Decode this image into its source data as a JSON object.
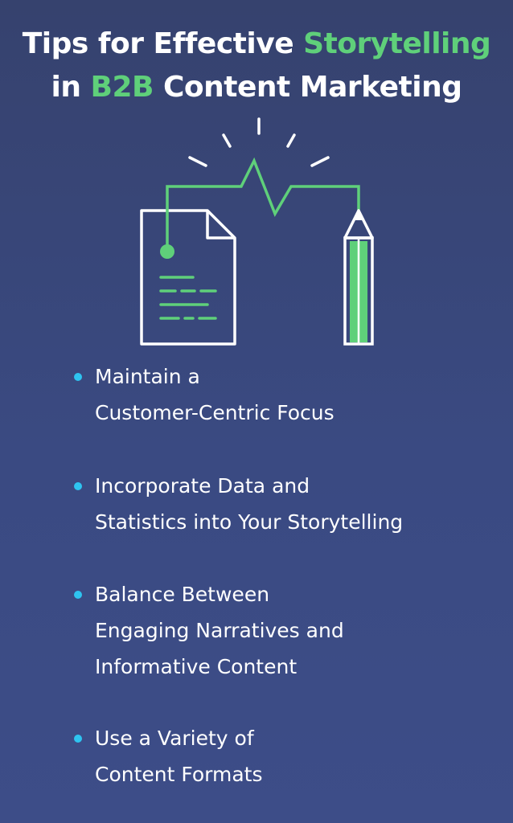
{
  "title": {
    "line1_pre": "Tips for Effective ",
    "line1_hl": "Storytelling",
    "line2_pre": "in ",
    "line2_hl": "B2B",
    "line2_post": " Content Marketing"
  },
  "colors": {
    "background": "#3a4a82",
    "accent_green": "#5fd07a",
    "bullet_cyan": "#2ec4f0",
    "text": "#ffffff"
  },
  "illustration": {
    "icons": [
      "document-icon",
      "pencil-icon",
      "spark-rays-icon",
      "pulse-line-icon"
    ]
  },
  "tips": [
    {
      "lines": [
        "Maintain a",
        "Customer-Centric Focus"
      ]
    },
    {
      "lines": [
        "Incorporate Data and",
        "Statistics into Your Storytelling"
      ]
    },
    {
      "lines": [
        "Balance Between",
        "Engaging Narratives and",
        "Informative Content"
      ]
    },
    {
      "lines": [
        "Use a Variety of",
        "Content Formats"
      ]
    }
  ]
}
